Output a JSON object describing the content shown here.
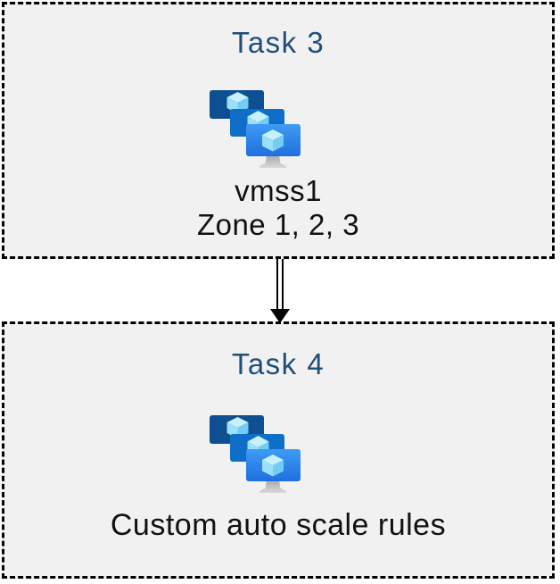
{
  "diagram": {
    "type": "flow",
    "description": "Two dashed task boxes with Azure VM Scale Set icons connected by a downward double-line arrow"
  },
  "colors": {
    "page_bg": "#ffffff",
    "box_bg": "#f1f1f1",
    "box_border": "#000000",
    "title_text": "#1f4e79",
    "body_text": "#111111",
    "arrow": "#000000",
    "icon": {
      "monitor_back": "#0d4f91",
      "monitor_mid": "#0f6fc8",
      "monitor_front_top": "#3f9bf4",
      "monitor_front_bottom": "#1f6fdf",
      "cube_top": "#c8f1fd",
      "cube_left": "#9be0f8",
      "cube_right": "#72cdf4",
      "stand_top": "#969696",
      "stand_bottom": "#d9d9d9"
    }
  },
  "tasks": [
    {
      "title": "Task 3",
      "icon": "vm-scale-sets-icon",
      "lines": [
        "vmss1",
        "Zone 1, 2, 3"
      ]
    },
    {
      "title": "Task 4",
      "icon": "vm-scale-sets-icon",
      "lines": [
        "Custom auto scale rules"
      ]
    }
  ],
  "connector": {
    "from": "Task 3",
    "to": "Task 4",
    "style": "double-line",
    "direction": "down"
  }
}
